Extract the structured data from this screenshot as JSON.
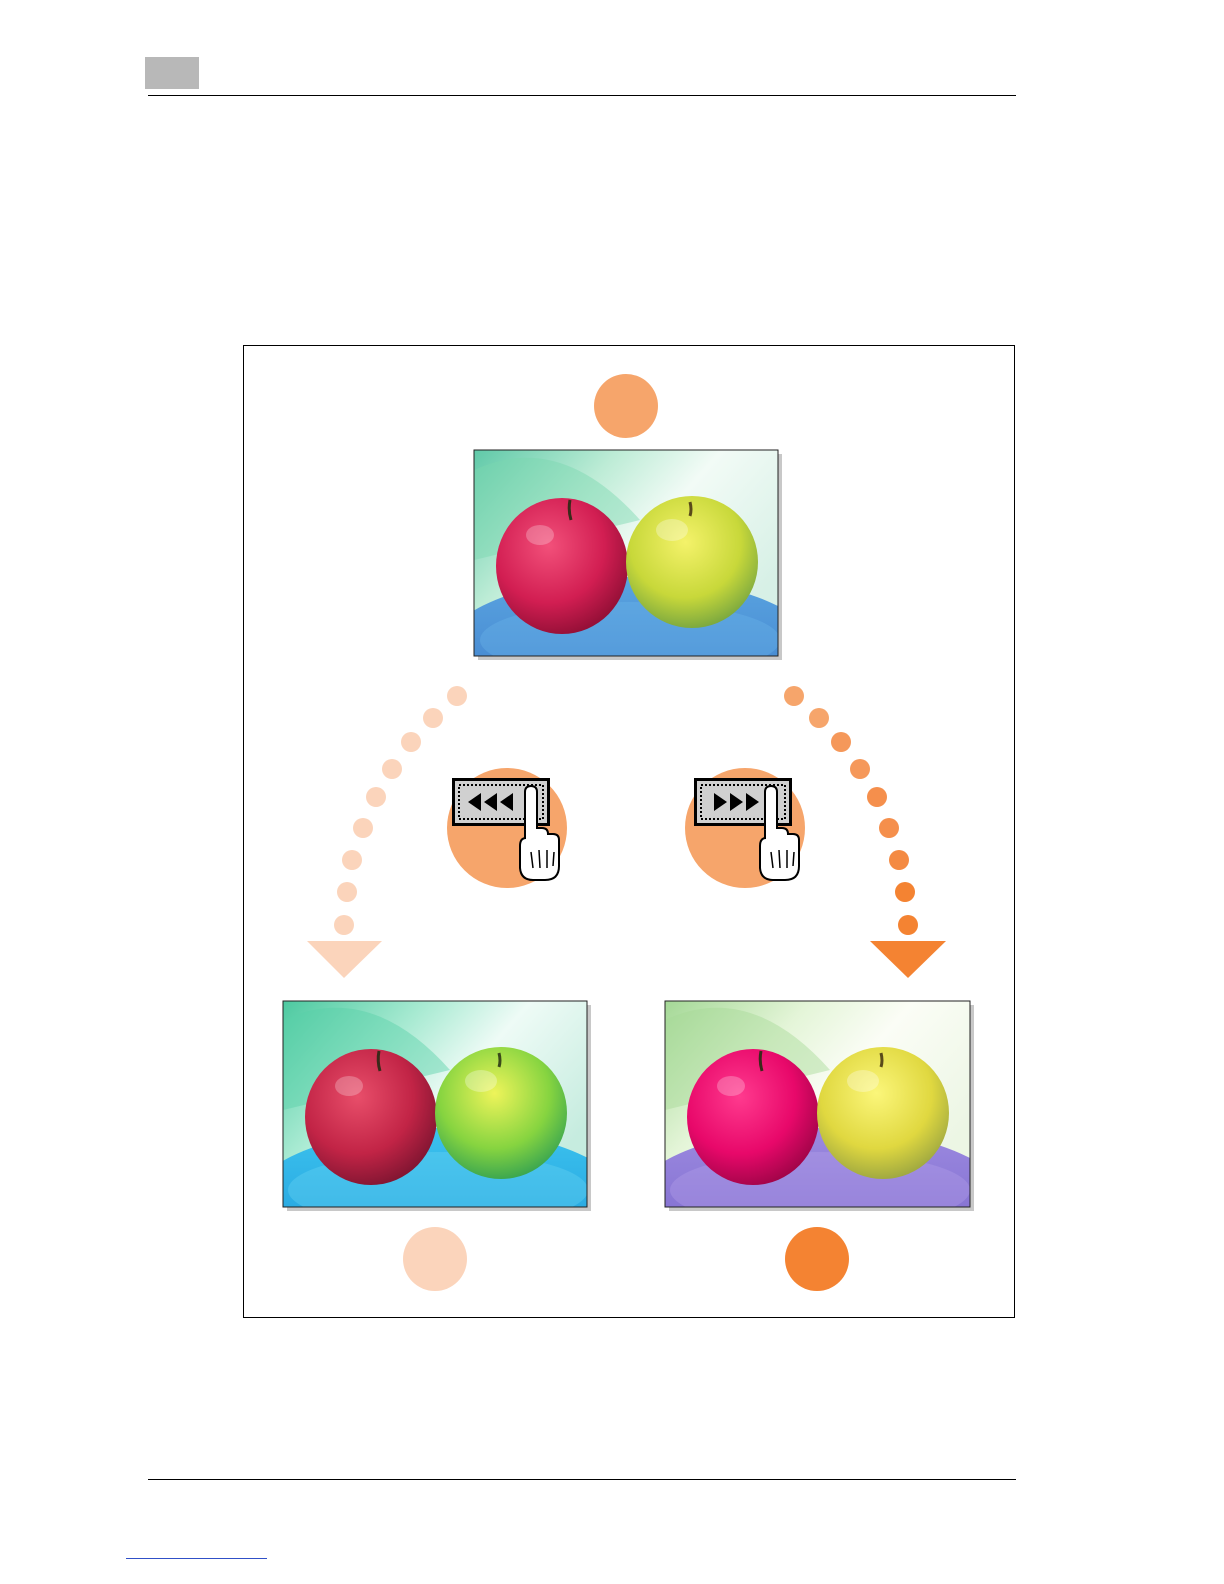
{
  "colors": {
    "accent_medium": "#f6a56b",
    "accent_light": "#fbd4bb",
    "accent_strong": "#f48332",
    "button_face": "#d0d0d0"
  },
  "figure": {
    "top_image": {
      "icon": "apples-photo-standard"
    },
    "left_control": {
      "icon": "triple-arrow-left-button",
      "glyph": "◀◀◀"
    },
    "right_control": {
      "icon": "triple-arrow-right-button",
      "glyph": "▶▶▶"
    },
    "bottom_left_image": {
      "icon": "apples-photo-cyan-shift"
    },
    "bottom_right_image": {
      "icon": "apples-photo-magenta-shift"
    }
  }
}
